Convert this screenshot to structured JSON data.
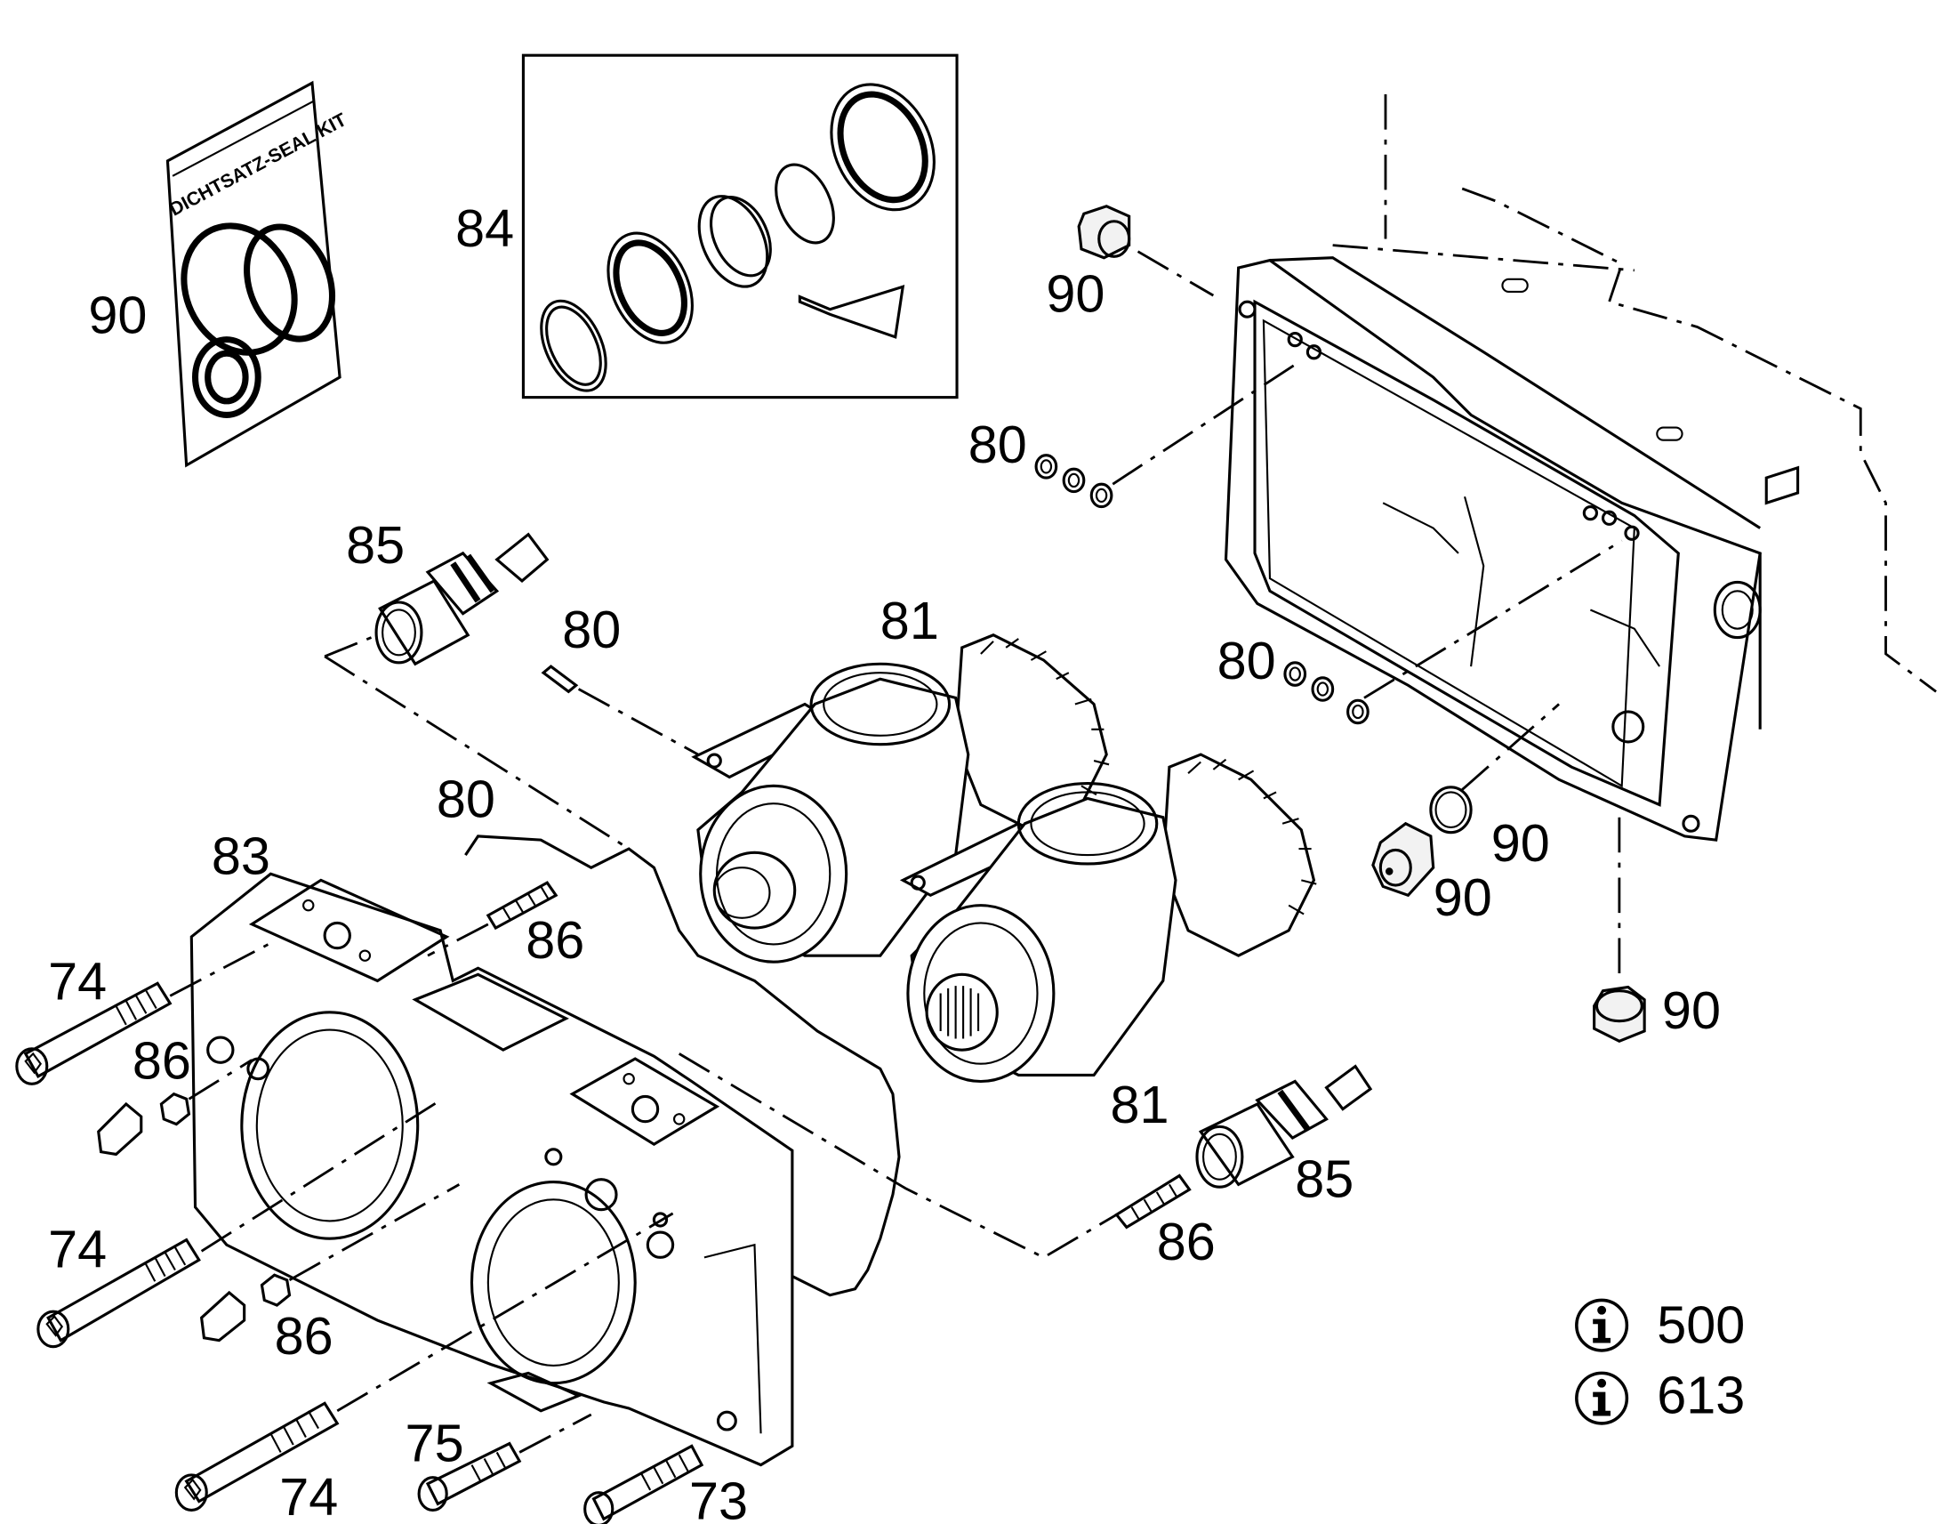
{
  "callouts": {
    "c90_kit": "90",
    "c84": "84",
    "c90_plug_top": "90",
    "c80_washers_top": "80",
    "c85_top": "85",
    "c80_pin": "80",
    "c81_top": "81",
    "c80_washers_mid": "80",
    "c80_oring": "80",
    "c90_oring": "90",
    "c90_fitting": "90",
    "c83": "83",
    "c86_stud_top": "86",
    "c74_a": "74",
    "c86_nut_a": "86",
    "c90_plug_bottom": "90",
    "c81_bottom": "81",
    "c85_bottom": "85",
    "c74_b": "74",
    "c86_stud_bottom": "86",
    "c86_nut_b": "86",
    "c75": "75",
    "c74_c": "74",
    "c73": "73"
  },
  "seal_kit_text": "DICHTSATZ-SEAL KIT",
  "info_refs": [
    {
      "icon": "info-icon",
      "value": "500"
    },
    {
      "icon": "info-icon",
      "value": "613"
    }
  ]
}
